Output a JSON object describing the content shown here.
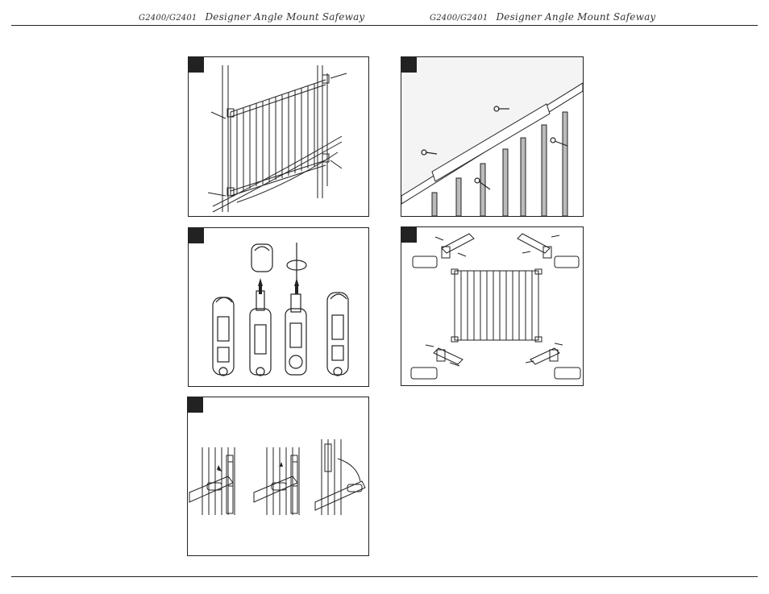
{
  "header": {
    "left": {
      "model": "G2400/G2401",
      "title": "Designer Angle Mount Safeway"
    },
    "right": {
      "model": "G2400/G2401",
      "title": "Designer Angle Mount Safeway"
    }
  },
  "figures": [
    {
      "id": "figure-1",
      "icon": "installed-angled-gate-illustration"
    },
    {
      "id": "figure-2",
      "icon": "hinge-mount-cap-removal-illustration"
    },
    {
      "id": "figure-3",
      "icon": "hinge-swing-adjustment-illustration"
    },
    {
      "id": "figure-4",
      "icon": "banister-screw-mounting-illustration"
    },
    {
      "id": "figure-5",
      "icon": "gate-mounting-hardware-exploded-illustration"
    }
  ],
  "colors": {
    "line": "#222222",
    "badge": "#222222",
    "panel_fill": "#eeeeee"
  }
}
